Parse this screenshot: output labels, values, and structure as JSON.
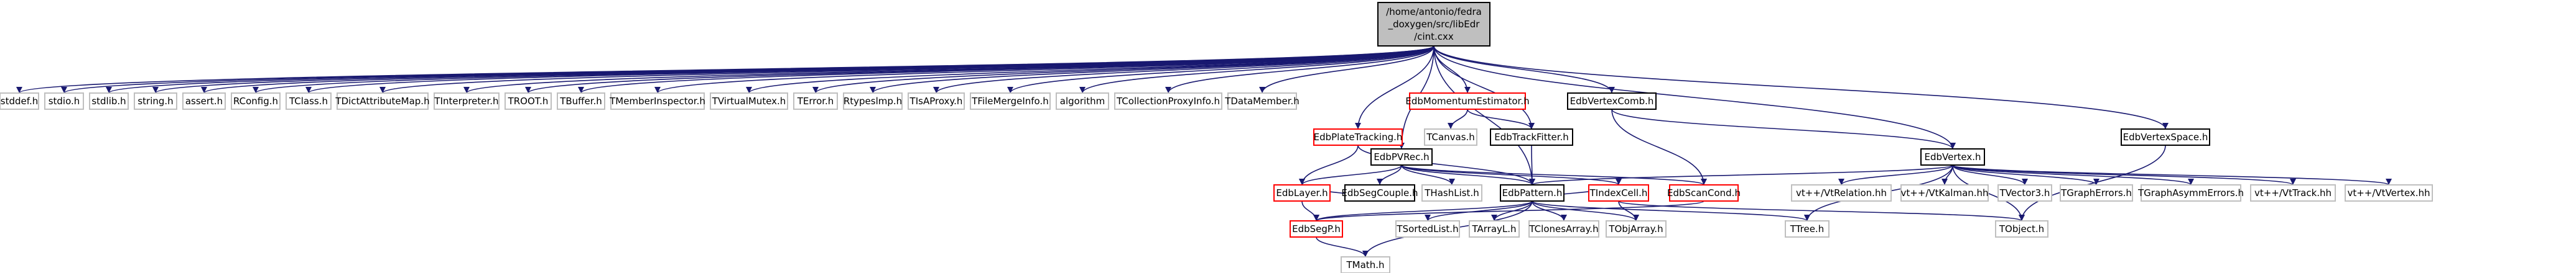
{
  "root": {
    "lines": [
      "/home/antonio/fedra",
      "_doxygen/src/libEdr",
      "/cint.cxx"
    ]
  },
  "nodes": [
    {
      "id": "stddef",
      "label": "stddef.h",
      "style": "gray"
    },
    {
      "id": "stdio",
      "label": "stdio.h",
      "style": "gray"
    },
    {
      "id": "stdlib",
      "label": "stdlib.h",
      "style": "gray"
    },
    {
      "id": "string",
      "label": "string.h",
      "style": "gray"
    },
    {
      "id": "assert",
      "label": "assert.h",
      "style": "gray"
    },
    {
      "id": "RConfig",
      "label": "RConfig.h",
      "style": "gray"
    },
    {
      "id": "TClass",
      "label": "TClass.h",
      "style": "gray"
    },
    {
      "id": "TDictAttributeMap",
      "label": "TDictAttributeMap.h",
      "style": "gray"
    },
    {
      "id": "TInterpreter",
      "label": "TInterpreter.h",
      "style": "gray"
    },
    {
      "id": "TROOT",
      "label": "TROOT.h",
      "style": "gray"
    },
    {
      "id": "TBuffer",
      "label": "TBuffer.h",
      "style": "gray"
    },
    {
      "id": "TMemberInspector",
      "label": "TMemberInspector.h",
      "style": "gray"
    },
    {
      "id": "TVirtualMutex",
      "label": "TVirtualMutex.h",
      "style": "gray"
    },
    {
      "id": "TError",
      "label": "TError.h",
      "style": "gray"
    },
    {
      "id": "Rtypeslmp",
      "label": "Rtypeslmp.h",
      "style": "gray"
    },
    {
      "id": "TIsAProxy",
      "label": "TIsAProxy.h",
      "style": "gray"
    },
    {
      "id": "TFileMergeInfo",
      "label": "TFileMergeInfo.h",
      "style": "gray"
    },
    {
      "id": "algorithm",
      "label": "algorithm",
      "style": "gray"
    },
    {
      "id": "TCollectionProxyInfo",
      "label": "TCollectionProxyInfo.h",
      "style": "gray"
    },
    {
      "id": "TDataMember",
      "label": "TDataMember.h",
      "style": "gray"
    },
    {
      "id": "EdbMomentumEstimator",
      "label": "EdbMomentumEstimator.h",
      "style": "red"
    },
    {
      "id": "EdbVertexComb",
      "label": "EdbVertexComb.h",
      "style": "black"
    },
    {
      "id": "EdbVertexSpace",
      "label": "EdbVertexSpace.h",
      "style": "black"
    },
    {
      "id": "TCanvas",
      "label": "TCanvas.h",
      "style": "gray"
    },
    {
      "id": "EdbTrackFitter",
      "label": "EdbTrackFitter.h",
      "style": "black"
    },
    {
      "id": "EdbPlateTracking",
      "label": "EdbPlateTracking.h",
      "style": "red"
    },
    {
      "id": "EdbPVRec",
      "label": "EdbPVRec.h",
      "style": "black"
    },
    {
      "id": "EdbVertex",
      "label": "EdbVertex.h",
      "style": "black"
    },
    {
      "id": "EdbLayer",
      "label": "EdbLayer.h",
      "style": "red"
    },
    {
      "id": "EdbSegCouple",
      "label": "EdbSegCouple.h",
      "style": "black"
    },
    {
      "id": "THashList",
      "label": "THashList.h",
      "style": "gray"
    },
    {
      "id": "EdbPattern",
      "label": "EdbPattern.h",
      "style": "black"
    },
    {
      "id": "TIndexCell",
      "label": "TIndexCell.h",
      "style": "red"
    },
    {
      "id": "EdbScanCond",
      "label": "EdbScanCond.h",
      "style": "red"
    },
    {
      "id": "VtRelation",
      "label": "vt++/VtRelation.hh",
      "style": "gray"
    },
    {
      "id": "VtKalman",
      "label": "vt++/VtKalman.hh",
      "style": "gray"
    },
    {
      "id": "TVector3",
      "label": "TVector3.h",
      "style": "gray"
    },
    {
      "id": "TGraphErrors",
      "label": "TGraphErrors.h",
      "style": "gray"
    },
    {
      "id": "TGraphAsymmErrors",
      "label": "TGraphAsymmErrors.h",
      "style": "gray"
    },
    {
      "id": "VtTrack",
      "label": "vt++/VtTrack.hh",
      "style": "gray"
    },
    {
      "id": "VtVertex",
      "label": "vt++/VtVertex.hh",
      "style": "gray"
    },
    {
      "id": "EdbSegP",
      "label": "EdbSegP.h",
      "style": "red"
    },
    {
      "id": "TSortedList",
      "label": "TSortedList.h",
      "style": "gray"
    },
    {
      "id": "TArrayL",
      "label": "TArrayL.h",
      "style": "gray"
    },
    {
      "id": "TClonesArray",
      "label": "TClonesArray.h",
      "style": "gray"
    },
    {
      "id": "TObjArray",
      "label": "TObjArray.h",
      "style": "gray"
    },
    {
      "id": "TTree",
      "label": "TTree.h",
      "style": "gray"
    },
    {
      "id": "TObject",
      "label": "TObject.h",
      "style": "gray"
    },
    {
      "id": "TMath",
      "label": "TMath.h",
      "style": "gray"
    }
  ],
  "edges": [
    [
      "root",
      "stddef"
    ],
    [
      "root",
      "stdio"
    ],
    [
      "root",
      "stdlib"
    ],
    [
      "root",
      "string"
    ],
    [
      "root",
      "assert"
    ],
    [
      "root",
      "RConfig"
    ],
    [
      "root",
      "TClass"
    ],
    [
      "root",
      "TDictAttributeMap"
    ],
    [
      "root",
      "TInterpreter"
    ],
    [
      "root",
      "TROOT"
    ],
    [
      "root",
      "TBuffer"
    ],
    [
      "root",
      "TMemberInspector"
    ],
    [
      "root",
      "TVirtualMutex"
    ],
    [
      "root",
      "TError"
    ],
    [
      "root",
      "Rtypeslmp"
    ],
    [
      "root",
      "TIsAProxy"
    ],
    [
      "root",
      "TFileMergeInfo"
    ],
    [
      "root",
      "algorithm"
    ],
    [
      "root",
      "TCollectionProxyInfo"
    ],
    [
      "root",
      "TDataMember"
    ],
    [
      "root",
      "EdbMomentumEstimator"
    ],
    [
      "root",
      "EdbVertexComb"
    ],
    [
      "root",
      "EdbVertexSpace"
    ],
    [
      "root",
      "EdbPlateTracking"
    ],
    [
      "root",
      "EdbPVRec"
    ],
    [
      "root",
      "EdbTrackFitter"
    ],
    [
      "root",
      "EdbVertex"
    ],
    [
      "root",
      "EdbPattern"
    ],
    [
      "EdbMomentumEstimator",
      "TCanvas"
    ],
    [
      "EdbMomentumEstimator",
      "EdbTrackFitter"
    ],
    [
      "EdbVertexComb",
      "EdbVertex"
    ],
    [
      "EdbVertexComb",
      "EdbScanCond"
    ],
    [
      "EdbVertexSpace",
      "TObject"
    ],
    [
      "EdbTrackFitter",
      "EdbPattern"
    ],
    [
      "EdbPlateTracking",
      "EdbLayer"
    ],
    [
      "EdbPlateTracking",
      "EdbPattern"
    ],
    [
      "EdbPVRec",
      "EdbLayer"
    ],
    [
      "EdbPVRec",
      "EdbSegCouple"
    ],
    [
      "EdbPVRec",
      "THashList"
    ],
    [
      "EdbPVRec",
      "EdbPattern"
    ],
    [
      "EdbPVRec",
      "TIndexCell"
    ],
    [
      "EdbPVRec",
      "EdbScanCond"
    ],
    [
      "EdbVertex",
      "EdbPattern"
    ],
    [
      "EdbVertex",
      "VtRelation"
    ],
    [
      "EdbVertex",
      "VtKalman"
    ],
    [
      "EdbVertex",
      "TVector3"
    ],
    [
      "EdbVertex",
      "TGraphErrors"
    ],
    [
      "EdbVertex",
      "TGraphAsymmErrors"
    ],
    [
      "EdbVertex",
      "VtTrack"
    ],
    [
      "EdbVertex",
      "VtVertex"
    ],
    [
      "EdbVertex",
      "TTree"
    ],
    [
      "EdbVertex",
      "TObject"
    ],
    [
      "EdbLayer",
      "EdbSegP"
    ],
    [
      "EdbSegCouple",
      "EdbLayer"
    ],
    [
      "EdbPattern",
      "EdbSegP"
    ],
    [
      "EdbPattern",
      "TSortedList"
    ],
    [
      "EdbPattern",
      "TArrayL"
    ],
    [
      "EdbPattern",
      "TClonesArray"
    ],
    [
      "EdbPattern",
      "TObjArray"
    ],
    [
      "EdbPattern",
      "TTree"
    ],
    [
      "EdbPattern",
      "TMath"
    ],
    [
      "EdbPattern",
      "TIndexCell"
    ],
    [
      "TIndexCell",
      "TObjArray"
    ],
    [
      "TIndexCell",
      "TObject"
    ],
    [
      "EdbScanCond",
      "EdbSegP"
    ],
    [
      "EdbSegP",
      "TMath"
    ]
  ],
  "colors": {
    "edge": "#191970",
    "gray_border": "#bfbfbf",
    "black_border": "#000000",
    "red_border": "#ff0000",
    "root_fill": "#bfbfbf",
    "node_fill": "#ffffff"
  }
}
